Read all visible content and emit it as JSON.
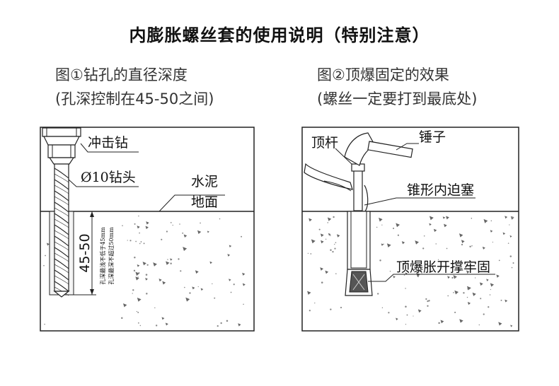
{
  "title": "内膨胀螺丝套的使用说明（特别注意）",
  "fig1": {
    "caption_line1": "图①钻孔的直径深度",
    "caption_line2": "(孔深控制在45-50之间)",
    "label_drill": "冲击钻",
    "label_bit": "Ø10钻头",
    "label_ground_1": "水泥",
    "label_ground_2": "地面",
    "depth_label": "45-50",
    "note_1": "孔深最浅不低于45mm",
    "note_2": "孔深最深不超过50mm"
  },
  "fig2": {
    "caption_line1": "图②顶爆固定的效果",
    "caption_line2": "(螺丝一定要打到最底处)",
    "label_rod": "顶杆",
    "label_hammer": "锤子",
    "label_cone": "锥形内迫塞",
    "label_expand": "顶爆胀开撑牢固"
  }
}
